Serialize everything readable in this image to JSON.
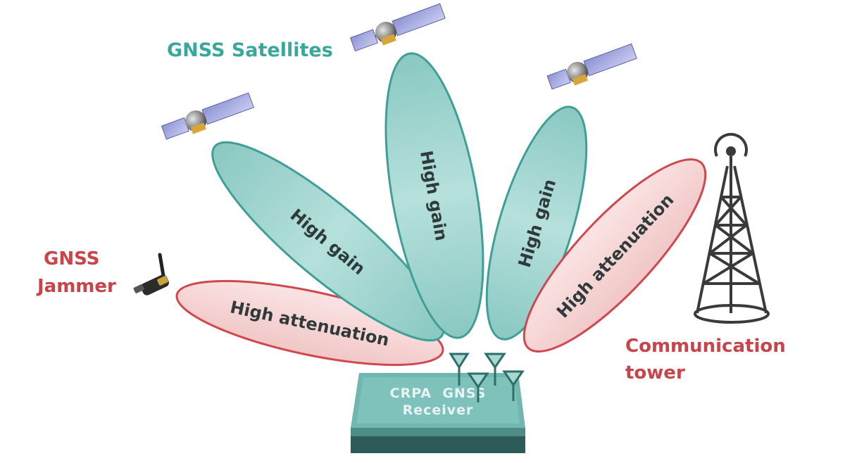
{
  "labels": {
    "satellites": "GNSS Satellites",
    "jammer_line1": "GNSS",
    "jammer_line2": "Jammer",
    "tower_line1": "Communication",
    "tower_line2": "tower",
    "receiver_line1": "CRPA  GNSS",
    "receiver_line2": "Receiver"
  },
  "lobes": [
    {
      "text": "High attenuation",
      "kind": "attenuation"
    },
    {
      "text": "High gain",
      "kind": "gain"
    },
    {
      "text": "High gain",
      "kind": "gain"
    },
    {
      "text": "High gain",
      "kind": "gain"
    },
    {
      "text": "High attenuation",
      "kind": "attenuation"
    }
  ],
  "colors": {
    "gain_fill": "#9fd2cd",
    "gain_stroke": "#3f9f96",
    "attenuation_fill": "#f6d4d4",
    "attenuation_stroke": "#d0474d",
    "satellite_label": "#3aa79c",
    "threat_label": "#c8444a",
    "receiver_top": "#6fb7b0",
    "receiver_side": "#2d5b58",
    "tower": "#3a3a3a"
  },
  "icons": {
    "satellite": "satellite-icon",
    "jammer": "jammer-icon",
    "tower": "tower-icon",
    "antenna": "antenna-icon"
  }
}
